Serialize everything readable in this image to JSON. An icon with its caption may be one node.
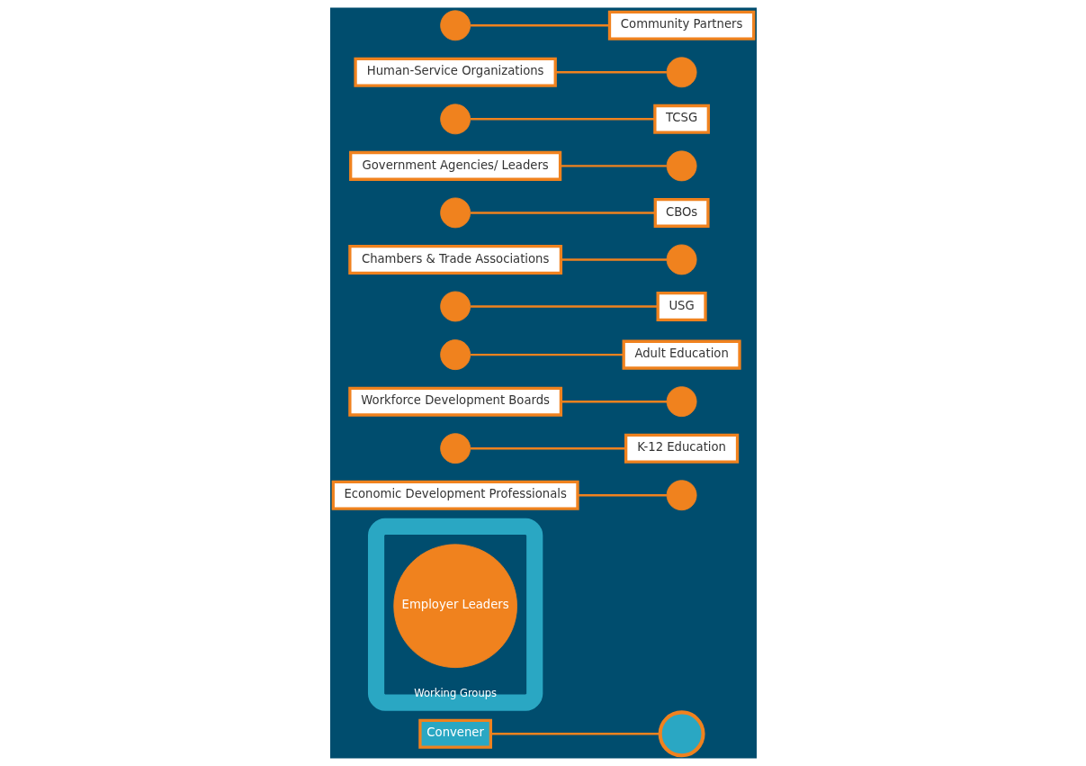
{
  "diagram": {
    "nodes": [
      {
        "text": [
          "Convener"
        ]
      },
      {
        "text": [],
        "shape": "circle"
      },
      {
        "text": [
          "Working Groups"
        ]
      },
      {
        "text": [
          "Employer Leaders"
        ],
        "in": 2
      },
      {
        "text": [
          "Economic Development Professionals"
        ]
      },
      {
        "text": [],
        "shape": "circle"
      },
      {
        "text": [
          "K-12 Education"
        ]
      },
      {
        "text": [],
        "shape": "circle"
      },
      {
        "text": [
          "Workforce Development Boards"
        ]
      },
      {
        "text": [],
        "shape": "circle"
      },
      {
        "text": [
          "Adult Education"
        ]
      },
      {
        "text": [],
        "shape": "circle"
      },
      {
        "text": [
          "USG"
        ]
      },
      {
        "text": [],
        "shape": "circle"
      },
      {
        "text": [
          "Chambers & Trade Associations"
        ]
      },
      {
        "text": [],
        "shape": "circle"
      },
      {
        "text": [
          "CBOs"
        ]
      },
      {
        "text": [],
        "shape": "circle"
      },
      {
        "text": [
          "Government Agencies/ Leaders"
        ]
      },
      {
        "text": [],
        "shape": "circle"
      },
      {
        "text": [
          "TCSG"
        ]
      },
      {
        "text": [],
        "shape": "circle"
      },
      {
        "text": [
          "Human-Service Organizations"
        ]
      },
      {
        "text": [],
        "shape": "circle"
      },
      {
        "text": [
          "Community Partners"
        ]
      },
      {
        "text": [],
        "shape": "circle"
      }
    ],
    "edges": [
      {
        "from": 0,
        "to": 1,
        "arrow": "none"
      },
      {
        "from": 4,
        "to": 5,
        "arrow": "none"
      },
      {
        "from": 7,
        "to": 6,
        "arrow": "none"
      },
      {
        "from": 8,
        "to": 9,
        "arrow": "none"
      },
      {
        "from": 11,
        "to": 10,
        "arrow": "none"
      },
      {
        "from": 13,
        "to": 12,
        "arrow": "none"
      },
      {
        "from": 14,
        "to": 15,
        "arrow": "none"
      },
      {
        "from": 17,
        "to": 16,
        "arrow": "none"
      },
      {
        "from": 18,
        "to": 19,
        "arrow": "none"
      },
      {
        "from": 21,
        "to": 20,
        "arrow": "none"
      },
      {
        "from": 22,
        "to": 23,
        "arrow": "none"
      },
      {
        "from": 25,
        "to": 24,
        "arrow": "none"
      }
    ]
  }
}
